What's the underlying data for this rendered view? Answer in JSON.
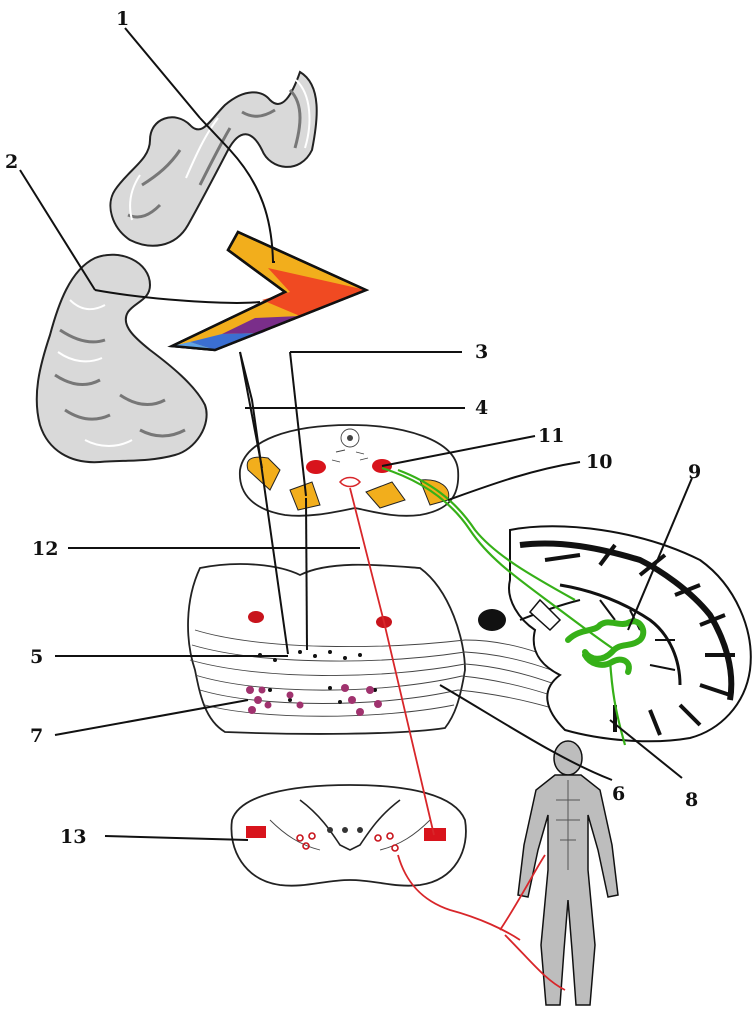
{
  "labels": {
    "l1": "1",
    "l2": "2",
    "l3": "3",
    "l4": "4",
    "l5": "5",
    "l6": "6",
    "l7": "7",
    "l8": "8",
    "l9": "9",
    "l10": "10",
    "l11": "11",
    "l12": "12",
    "l13": "13"
  },
  "colors": {
    "corticospinal_gold": "#f2ae1c",
    "red_nucleus": "#d8141c",
    "rubrospinal_tract": "#d8262a",
    "cerebellar_pathway": "#36b018",
    "pontine_nuclei": "#a0326e",
    "capsule_red": "#f04a22",
    "capsule_blue": "#3b6fd2",
    "capsule_purple": "#7a2e8a"
  }
}
